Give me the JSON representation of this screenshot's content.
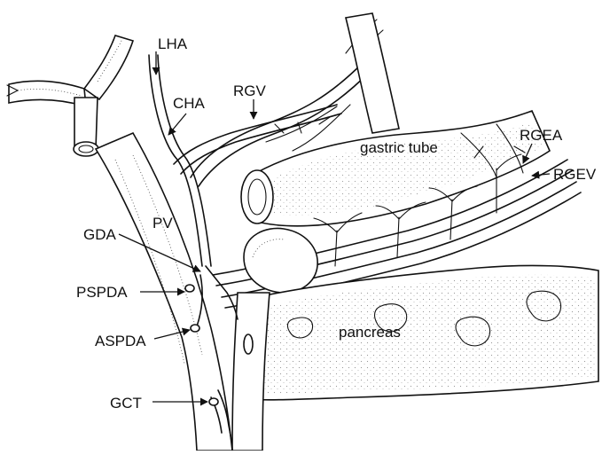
{
  "labels": {
    "lha": "LHA",
    "cha": "CHA",
    "rgv": "RGV",
    "rgea": "RGEA",
    "rgev": "RGEV",
    "gastric_tube": "gastric tube",
    "pv": "PV",
    "gda": "GDA",
    "pspda": "PSPDA",
    "aspda": "ASPDA",
    "pancreas": "pancreas",
    "gct": "GCT"
  },
  "colors": {
    "ink": "#111111",
    "background": "#ffffff"
  }
}
